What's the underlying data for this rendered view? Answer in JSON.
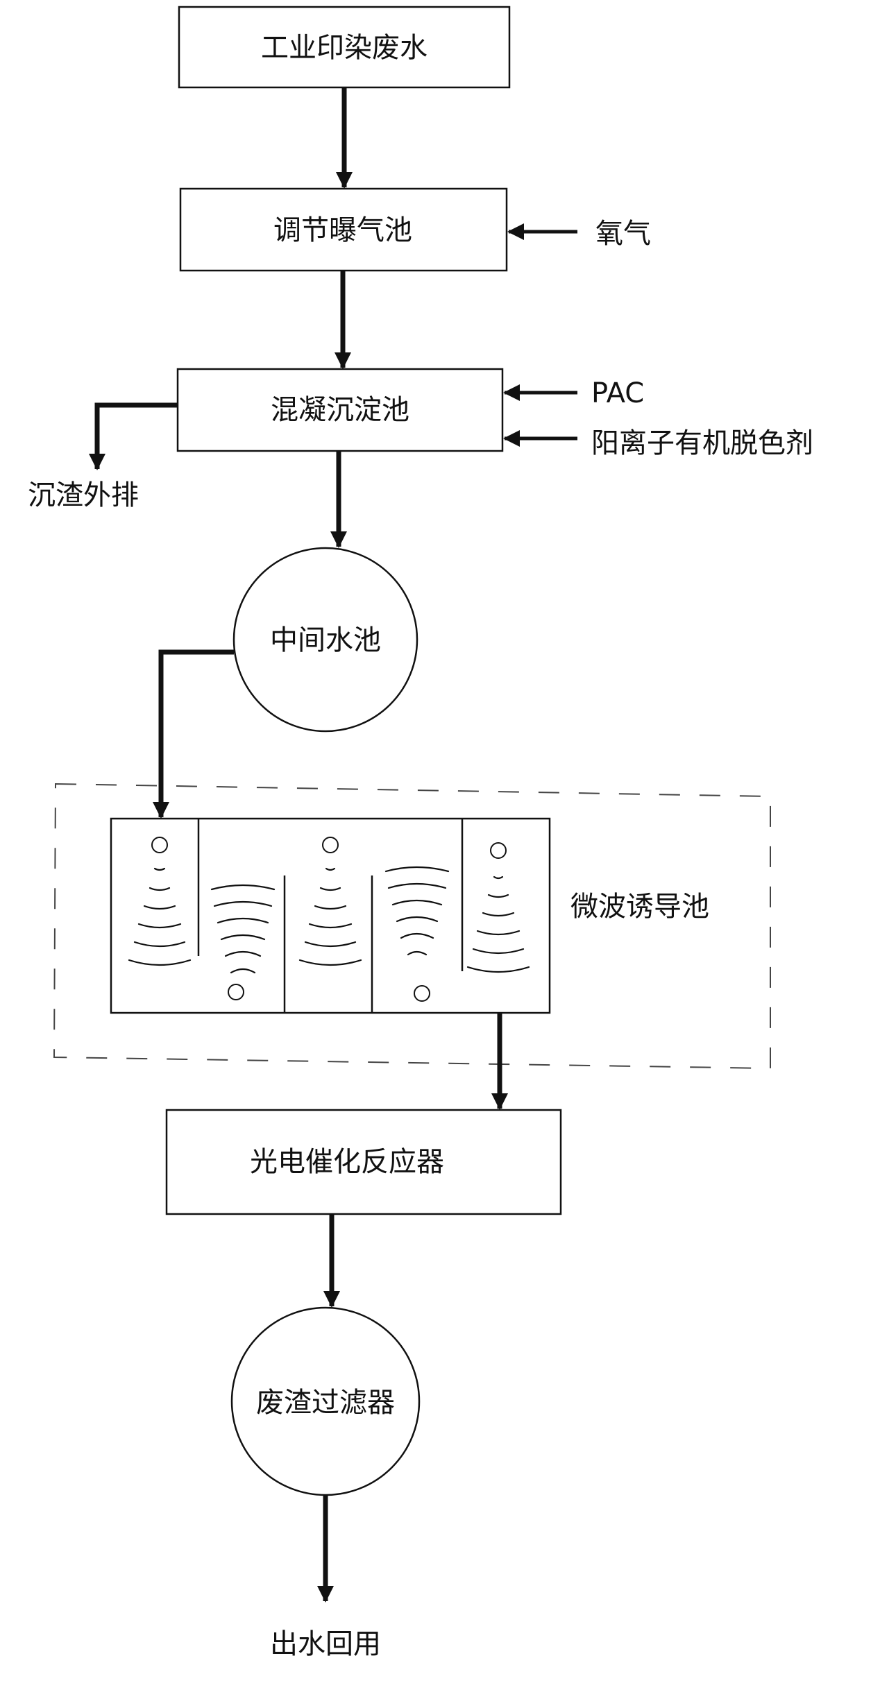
{
  "nodes": {
    "wastewater": "工业印染废水",
    "aeration": "调节曝气池",
    "coagulation": "混凝沉淀池",
    "intermediate": "中间水池",
    "microwave": "微波诱导池",
    "photo_reactor": "光电催化反应器",
    "residue_filter": "废渣过滤器"
  },
  "inputs": {
    "oxygen": "氧气",
    "pac": "PAC",
    "decolorant": "阳离子有机脱色剂"
  },
  "outputs": {
    "sludge": "沉渣外排",
    "reuse": "出水回用"
  },
  "colors": {
    "line": "#111111",
    "dash": "#444444",
    "background": "#ffffff"
  }
}
